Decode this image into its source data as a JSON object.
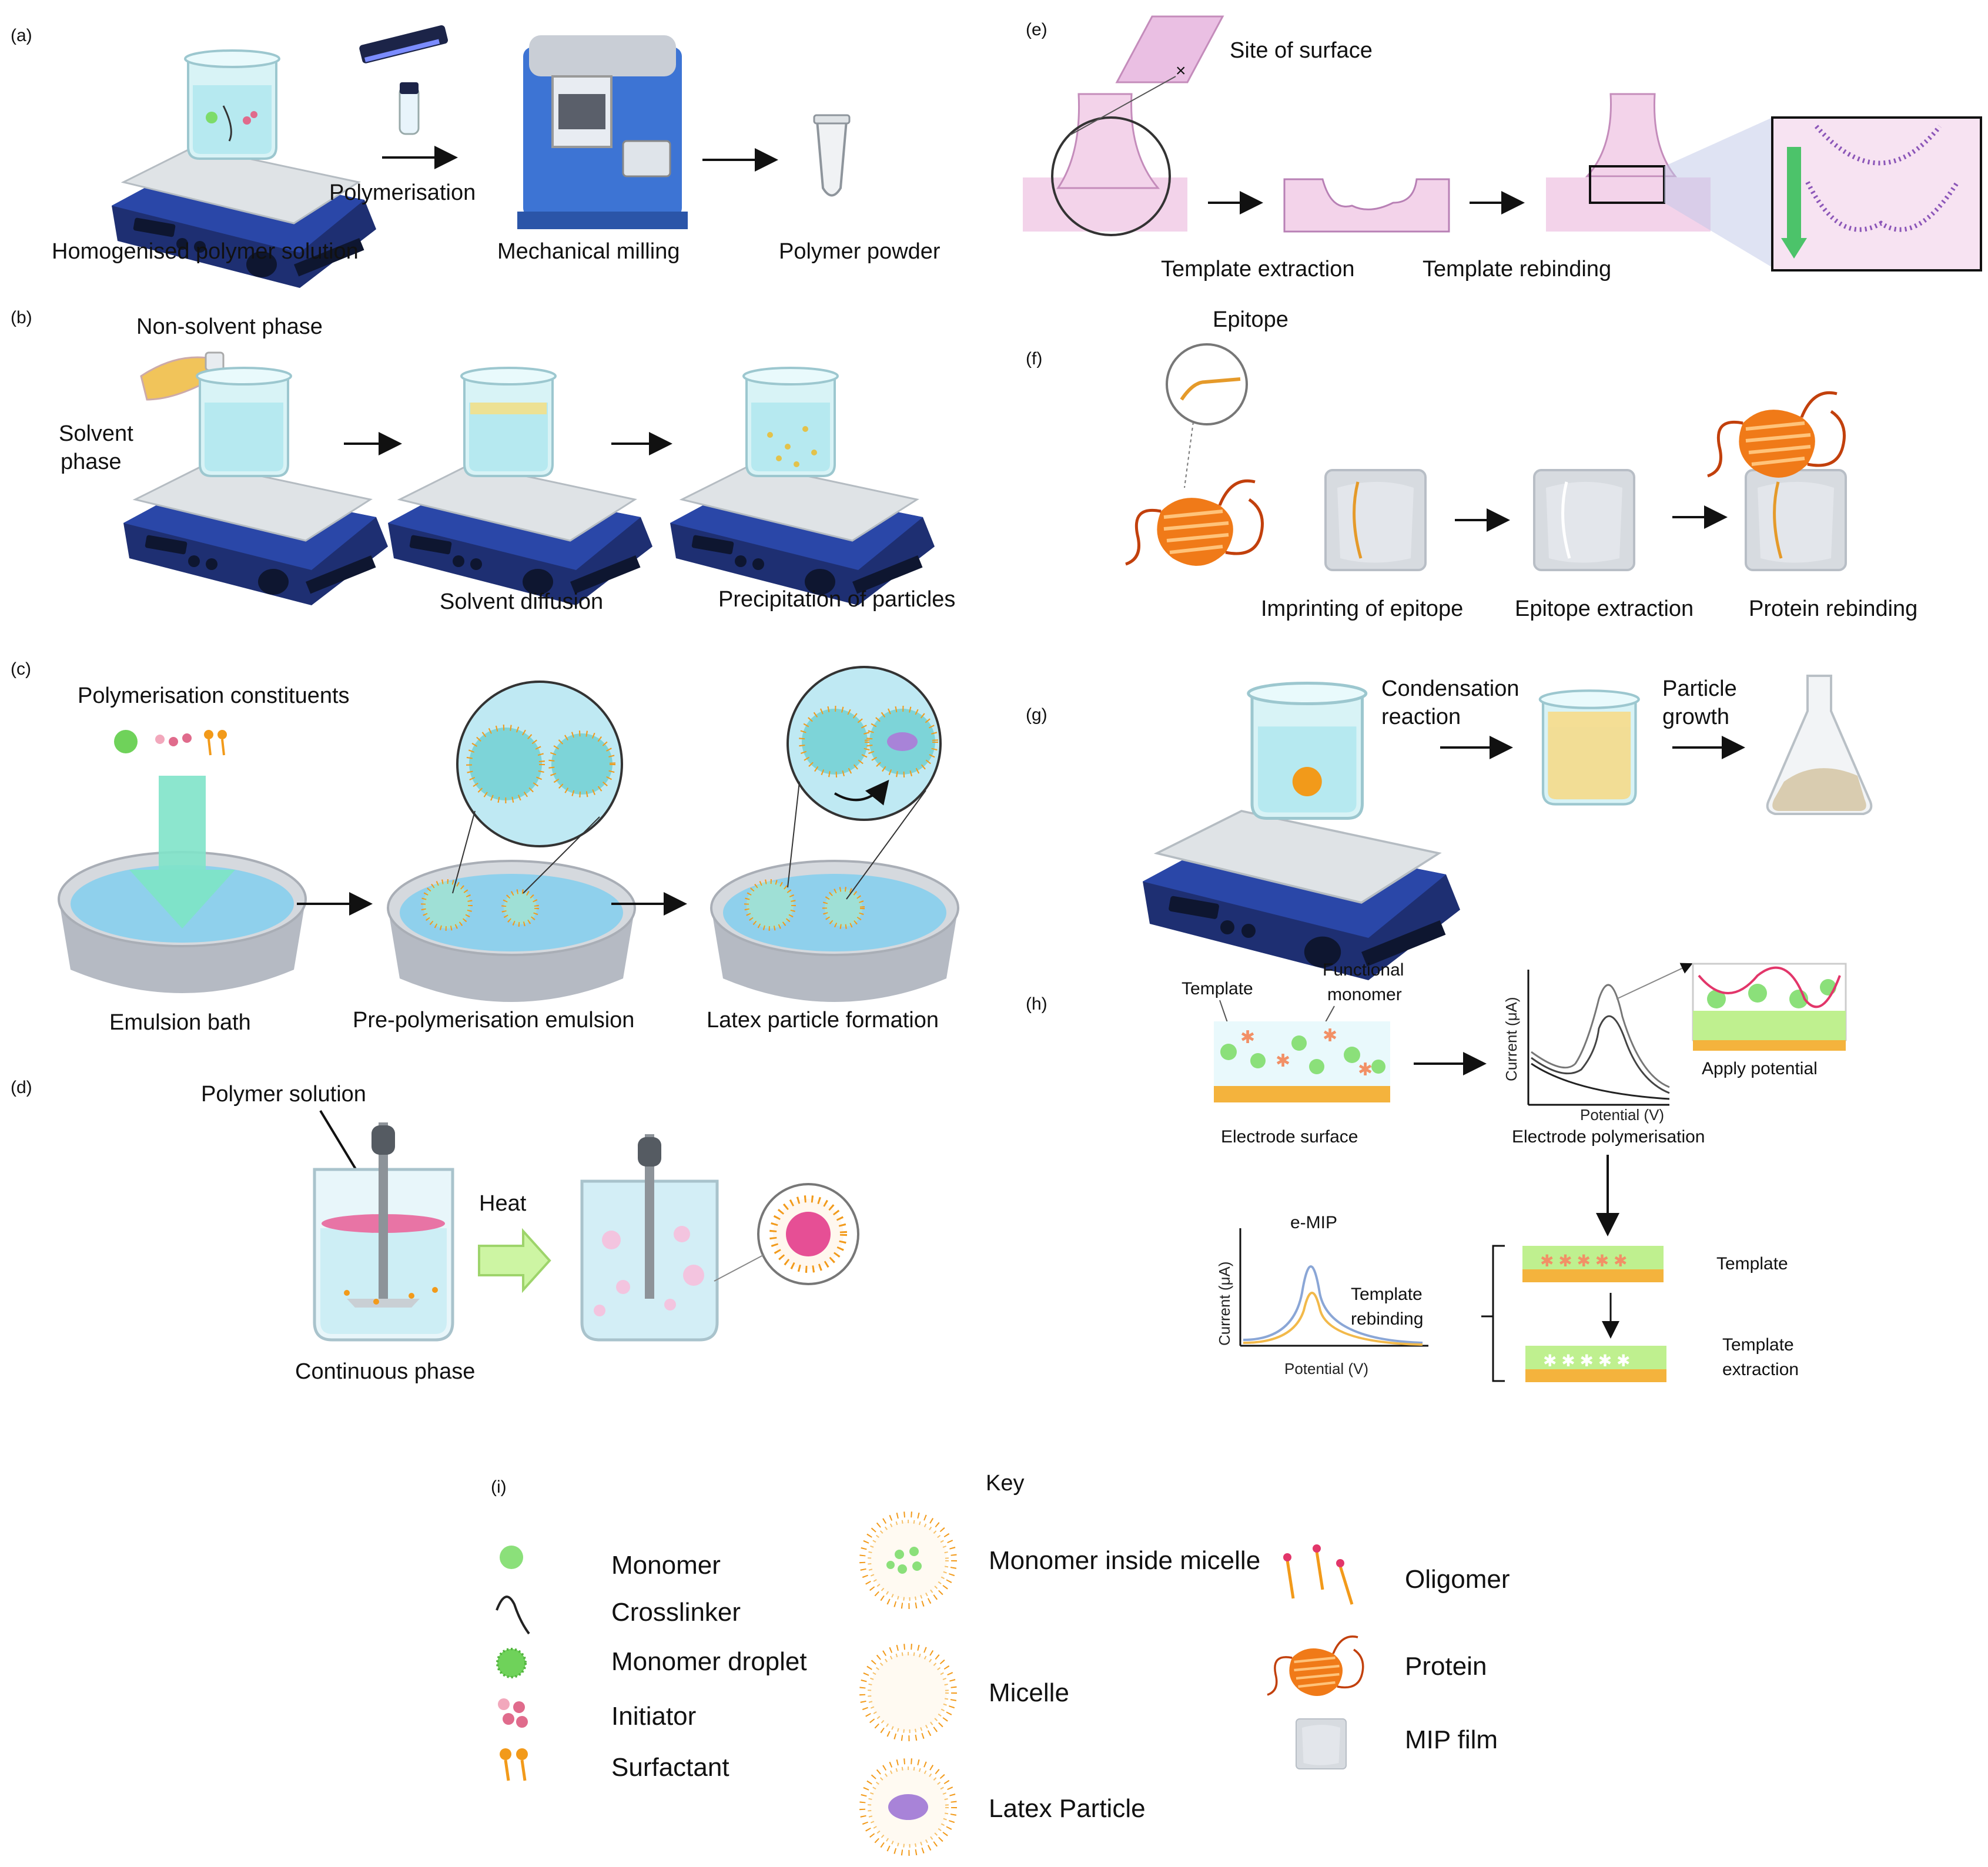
{
  "panels": {
    "a": {
      "id": "(a)",
      "polymerisation": "Polymerisation",
      "homogenised": "Homogenised polymer solution",
      "milling": "Mechanical milling",
      "powder": "Polymer powder"
    },
    "b": {
      "id": "(b)",
      "non_solvent": "Non-solvent phase",
      "solvent_1": "Solvent",
      "solvent_2": "phase",
      "diffusion": "Solvent diffusion",
      "precipitation": "Precipitation of particles"
    },
    "c": {
      "id": "(c)",
      "constituents": "Polymerisation constituents",
      "bath": "Emulsion bath",
      "pre_emulsion": "Pre-polymerisation emulsion",
      "latex": "Latex particle formation"
    },
    "d": {
      "id": "(d)",
      "polymer_solution": "Polymer solution",
      "heat": "Heat",
      "continuous": "Continuous phase"
    },
    "e": {
      "id": "(e)",
      "site": "Site of surface",
      "extraction": "Template extraction",
      "rebinding": "Template rebinding"
    },
    "f": {
      "id": "(f)",
      "epitope": "Epitope",
      "imprinting": "Imprinting of epitope",
      "extraction": "Epitope extraction",
      "rebinding": "Protein rebinding"
    },
    "g": {
      "id": "(g)",
      "condensation_1": "Condensation",
      "condensation_2": "reaction",
      "growth_1": "Particle",
      "growth_2": "growth"
    },
    "h": {
      "id": "(h)",
      "template": "Template",
      "functional_1": "Functional",
      "functional_2": "monomer",
      "electrode_surface": "Electrode surface",
      "current_axis": "Current (μA)",
      "potential_axis": "Potential (V)",
      "electrode_polymerisation": "Electrode polymerisation",
      "apply_potential": "Apply potential",
      "emip": "e-MIP",
      "template_rebinding_1": "Template",
      "template_rebinding_2": "rebinding",
      "layer_template": "Template",
      "layer_extraction_1": "Template",
      "layer_extraction_2": "extraction"
    },
    "i": {
      "id": "(i)",
      "key_title": "Key",
      "monomer": "Monomer",
      "crosslinker": "Crosslinker",
      "monomer_droplet": "Monomer droplet",
      "initiator": "Initiator",
      "surfactant": "Surfactant",
      "monomer_micelle": "Monomer inside micelle",
      "micelle": "Micelle",
      "latex_particle": "Latex Particle",
      "oligomer": "Oligomer",
      "protein": "Protein",
      "mip_film": "MIP film"
    }
  },
  "colors": {
    "stirrer_body": "#243a8a",
    "stirrer_top": "#dfe3e6",
    "beaker": "#cfeff3",
    "surfactant": "#f29a1a",
    "monomer": "#7ddc6a",
    "initiator": "#e06b8c",
    "protein": "#f07a18",
    "bath": "#8fd0ec",
    "template_pink": "#f3d3ea",
    "electrode": "#f4b33d",
    "film_green": "#bff08f"
  }
}
